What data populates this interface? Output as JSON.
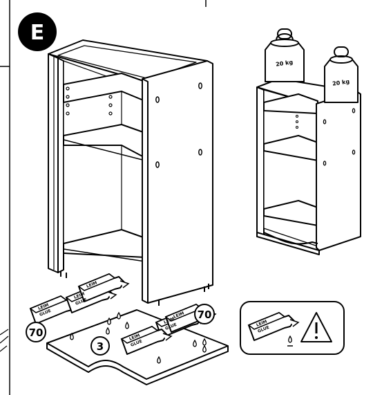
{
  "step": {
    "letter": "E"
  },
  "glue_label_lines": [
    "LEIM",
    "GLUE"
  ],
  "left_group": {
    "glue_quantity": "70"
  },
  "right_group": {
    "glue_quantity": "70"
  },
  "base_panel": {
    "part_number": "3"
  },
  "weights": {
    "left": "20 kg",
    "right": "20 kg"
  },
  "warning": {
    "icon": "warning-triangle-icon"
  }
}
